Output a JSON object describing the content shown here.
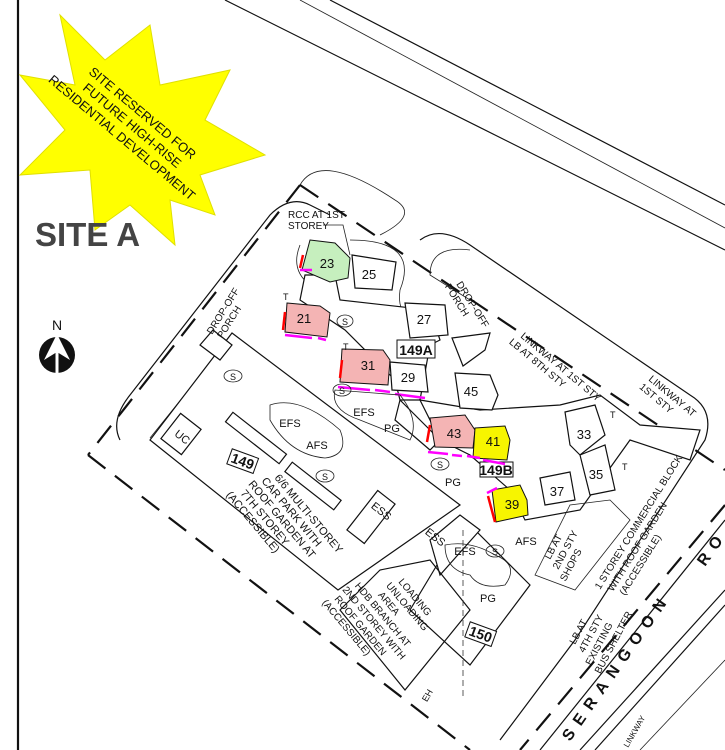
{
  "title": "SITE A",
  "callout": {
    "lines": [
      "SITE RESERVED FOR",
      "FUTURE HIGH-RISE",
      "RESIDENTIAL DEVELOPMENT"
    ],
    "color": "#ffff00"
  },
  "north": {
    "label": "N",
    "icon": "north-arrow-icon"
  },
  "colors": {
    "pink": "#f4b4b4",
    "green": "#c6efbe",
    "yellow": "#f7f500",
    "red_mark": "#ff0000",
    "magenta_mark": "#ff00ff"
  },
  "blocks": {
    "b21": "21",
    "b23": "23",
    "b25": "25",
    "b27": "27",
    "b29": "29",
    "b31": "31",
    "b33": "33",
    "b35": "35",
    "b37": "37",
    "b39": "39",
    "b41": "41",
    "b43": "43",
    "b45": "45"
  },
  "block_groups": {
    "g149": "149",
    "g149a": "149A",
    "g149b": "149B",
    "g150": "150"
  },
  "labels": {
    "rcc_1": "RCC AT 1ST",
    "rcc_2": "STOREY",
    "dropoff_left_1": "DROP-OFF",
    "dropoff_left_2": "PORCH",
    "dropoff_right_1": "DROP-OFF",
    "dropoff_right_2": "PORCH",
    "linkway_lb_1": "LINKWAY AT 1ST STY",
    "linkway_lb_2": "LB AT 8TH STY",
    "linkway_right_1": "LINKWAY AT",
    "linkway_right_2": "1ST STY",
    "efs": "EFS",
    "afs": "AFS",
    "pg": "PG",
    "s": "S",
    "t": "T",
    "uc": "UC",
    "ess": "ESS",
    "eh": "EH",
    "carpark": [
      "6/6 MULTI-STOREY",
      "CAR PARK WITH",
      "ROOF GARDEN AT",
      "7TH STOREY",
      "(ACCESSIBLE)"
    ],
    "loading": [
      "LOADING",
      "UNLOADING",
      "AREA",
      "HDB BRANCH AT",
      "2ND STOREY WITH",
      "ROOF GARDEN",
      "(ACCESSIBLE)"
    ],
    "lb2_1": "LB AT",
    "lb2_2": "2ND STY",
    "lb2_3": "SHOPS",
    "commercial": [
      "1 STOREY COMMERCIAL BLOCK",
      "WITH ROOF GARDEN",
      "(ACCESSIBLE)"
    ],
    "lb4_1": "LB AT",
    "lb4_2": "4TH STY",
    "bus_1": "EXISTING",
    "bus_2": "BUS SHELTER",
    "road": "SERANGOON",
    "road_partial": "RO",
    "linkway_partial": "LINKWAY"
  }
}
